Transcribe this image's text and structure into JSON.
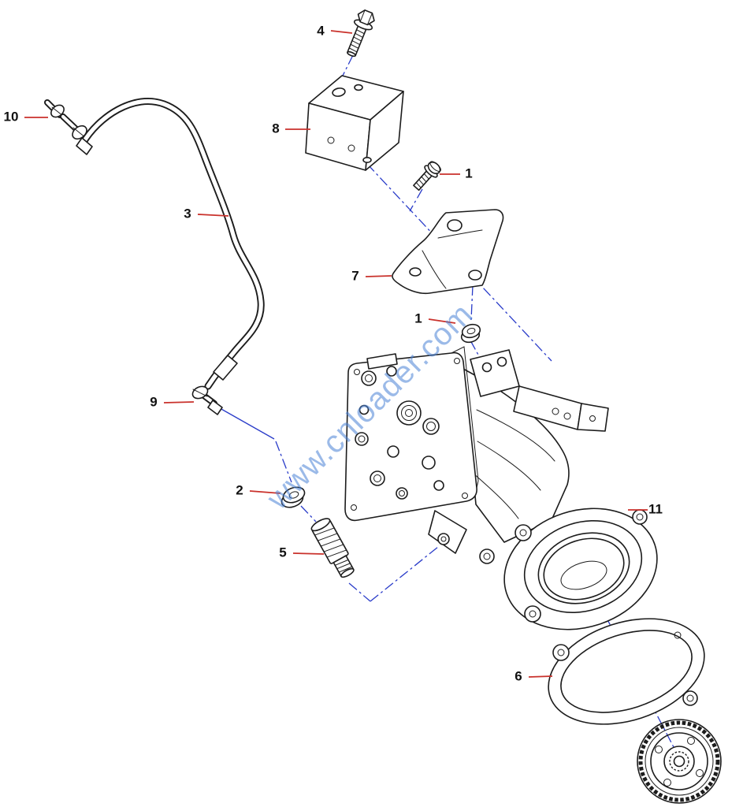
{
  "diagram": {
    "type": "exploded-parts-diagram",
    "watermark": "www.cnloader.com",
    "callouts": [
      {
        "num": "4"
      },
      {
        "num": "8"
      },
      {
        "num": "10"
      },
      {
        "num": "3"
      },
      {
        "num": "1"
      },
      {
        "num": "7"
      },
      {
        "num": "1"
      },
      {
        "num": "9"
      },
      {
        "num": "2"
      },
      {
        "num": "5"
      },
      {
        "num": "11"
      },
      {
        "num": "6"
      }
    ]
  },
  "colors": {
    "line": "#1c1c1c",
    "centerline": "#2a3cc9",
    "leader": "#c9312b",
    "watermark": "#4a82d6",
    "background": "#ffffff"
  }
}
